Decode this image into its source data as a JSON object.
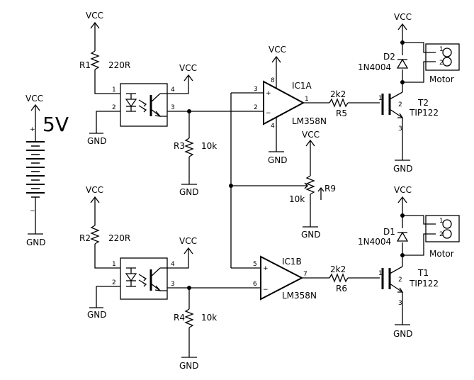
{
  "labels": {
    "vcc": "VCC",
    "gnd": "GND",
    "voltage": "5V",
    "r1": "R1",
    "r1_val": "220R",
    "r2": "R2",
    "r2_val": "220R",
    "r3": "R3",
    "r3_val": "10k",
    "r4": "R4",
    "r4_val": "10k",
    "r5": "R5",
    "r5_val": "2k2",
    "r6": "R6",
    "r6_val": "2k2",
    "r9": "R9",
    "r9_val": "10k",
    "ic1a": "IC1A",
    "ic1b": "IC1B",
    "lm358": "LM358N",
    "t1": "T1",
    "t2": "T2",
    "tip122": "TIP122",
    "d1": "D1",
    "d2": "D2",
    "diode": "1N4004",
    "motor": "Motor",
    "pins": {
      "p1": "1",
      "p2": "2",
      "p3": "3",
      "p4": "4",
      "p5": "5",
      "p6": "6",
      "p7": "7",
      "p8": "8",
      "plus": "+",
      "minus": "−"
    }
  }
}
